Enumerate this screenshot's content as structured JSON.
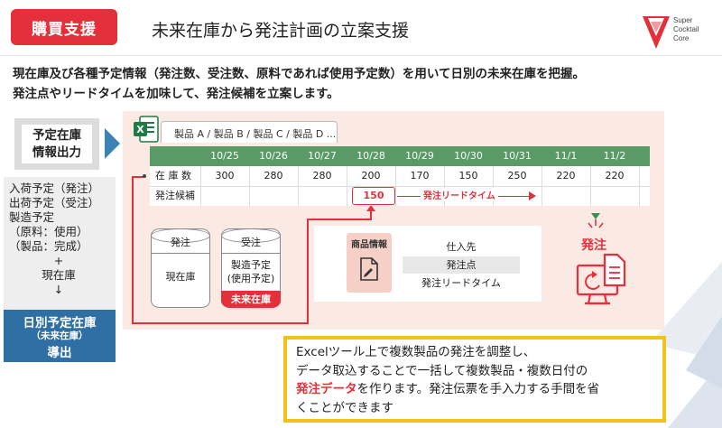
{
  "header": {
    "tag": "購買支援",
    "title": "未来在庫から発注計画の立案支援",
    "logo_lines": [
      "Super",
      "Cocktail",
      "Core"
    ]
  },
  "description": [
    "現在庫及び各種予定情報（発注数、受注数、原料であれば使用予定数）を用いて日別の未来在庫を把握。",
    "発注点やリードタイムを加味して、発注候補を立案します。"
  ],
  "left_panel": {
    "top_label": [
      "予定在庫",
      "情報出力"
    ],
    "list": [
      "入荷予定（発注）",
      "出荷予定（受注）",
      "製造予定",
      "（原料：使用）",
      "（製品：完成）",
      "+",
      "現在庫",
      "↓"
    ],
    "bottom": [
      "日別予定在庫",
      "（未来在庫）",
      "導出"
    ]
  },
  "sheet": {
    "tab_label": "製品 A / 製品 B / 製品 C / 製品 D ...",
    "dates": [
      "10/25",
      "10/26",
      "10/27",
      "10/28",
      "10/29",
      "10/30",
      "10/31",
      "11/1",
      "11/2"
    ],
    "stock_label": "在 庫 数",
    "stock_values": [
      "300",
      "280",
      "280",
      "200",
      "170",
      "150",
      "250",
      "220",
      "220"
    ],
    "candidate_label": "発注候補",
    "candidate_value": "150",
    "lead_time_label": "発注リードタイム"
  },
  "cylinders": {
    "left_top": "発注",
    "left_body": "現在庫",
    "right_top": "受注",
    "right_body": [
      "製造予定",
      "(使用予定)"
    ],
    "right_bottom": "未来在庫"
  },
  "product_info": {
    "label": "商品情報",
    "rows": [
      "仕入先",
      "発注点",
      "発注リードタイム"
    ]
  },
  "order": {
    "label": "発注"
  },
  "note": {
    "line1": "Excelツール上で複数製品の発注を調整し、",
    "line2": "データ取込することで一括して複数製品・複数日付の",
    "line3_red": "発注データ",
    "line3_rest": "を作ります。発注伝票を手入力する手間を省",
    "line4": "くことができます"
  },
  "colors": {
    "accent_red": "#e3303a",
    "header_green": "#5a9a67",
    "panel_blue": "#2f6fa3",
    "note_yellow": "#f2c218",
    "pink_bg": "#fbe9e4"
  }
}
